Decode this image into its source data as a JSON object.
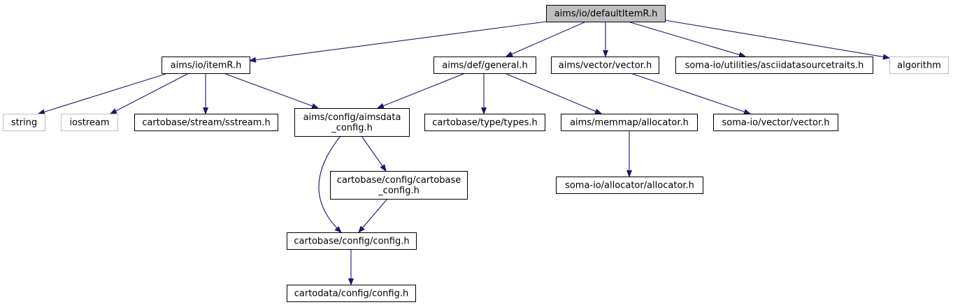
{
  "nodes": [
    {
      "id": "root",
      "label": "aims/io/defaultItemR.h",
      "kind": "root"
    },
    {
      "id": "itemR",
      "label": "aims/io/itemR.h",
      "kind": "normal"
    },
    {
      "id": "general",
      "label": "aims/def/general.h",
      "kind": "normal"
    },
    {
      "id": "vector",
      "label": "aims/vector/vector.h",
      "kind": "normal"
    },
    {
      "id": "asciitraits",
      "label": "soma-io/utilities/asciidatasourcetraits.h",
      "kind": "normal"
    },
    {
      "id": "algorithm",
      "label": "algorithm",
      "kind": "external"
    },
    {
      "id": "string",
      "label": "string",
      "kind": "external"
    },
    {
      "id": "iostream",
      "label": "iostream",
      "kind": "external"
    },
    {
      "id": "sstream",
      "label": "cartobase/stream/sstream.h",
      "kind": "normal"
    },
    {
      "id": "aimsdata_config",
      "label": [
        "aims/config/aimsdata",
        "_config.h"
      ],
      "kind": "normal"
    },
    {
      "id": "types",
      "label": "cartobase/type/types.h",
      "kind": "normal"
    },
    {
      "id": "memmap_alloc",
      "label": "aims/memmap/allocator.h",
      "kind": "normal"
    },
    {
      "id": "somaio_vector",
      "label": "soma-io/vector/vector.h",
      "kind": "normal"
    },
    {
      "id": "cartobase_config",
      "label": [
        "cartobase/config/cartobase",
        "_config.h"
      ],
      "kind": "normal"
    },
    {
      "id": "somaio_alloc",
      "label": "soma-io/allocator/allocator.h",
      "kind": "normal"
    },
    {
      "id": "config",
      "label": "cartobase/config/config.h",
      "kind": "normal"
    },
    {
      "id": "cartodata_config",
      "label": "cartodata/config/config.h",
      "kind": "normal"
    }
  ],
  "edges": [
    [
      "root",
      "itemR"
    ],
    [
      "root",
      "general"
    ],
    [
      "root",
      "vector"
    ],
    [
      "root",
      "asciitraits"
    ],
    [
      "root",
      "algorithm"
    ],
    [
      "itemR",
      "string"
    ],
    [
      "itemR",
      "iostream"
    ],
    [
      "itemR",
      "sstream"
    ],
    [
      "itemR",
      "aimsdata_config"
    ],
    [
      "general",
      "aimsdata_config"
    ],
    [
      "general",
      "types"
    ],
    [
      "general",
      "memmap_alloc"
    ],
    [
      "vector",
      "somaio_vector"
    ],
    [
      "aimsdata_config",
      "cartobase_config"
    ],
    [
      "aimsdata_config",
      "config"
    ],
    [
      "cartobase_config",
      "config"
    ],
    [
      "memmap_alloc",
      "somaio_alloc"
    ],
    [
      "config",
      "cartodata_config"
    ]
  ]
}
